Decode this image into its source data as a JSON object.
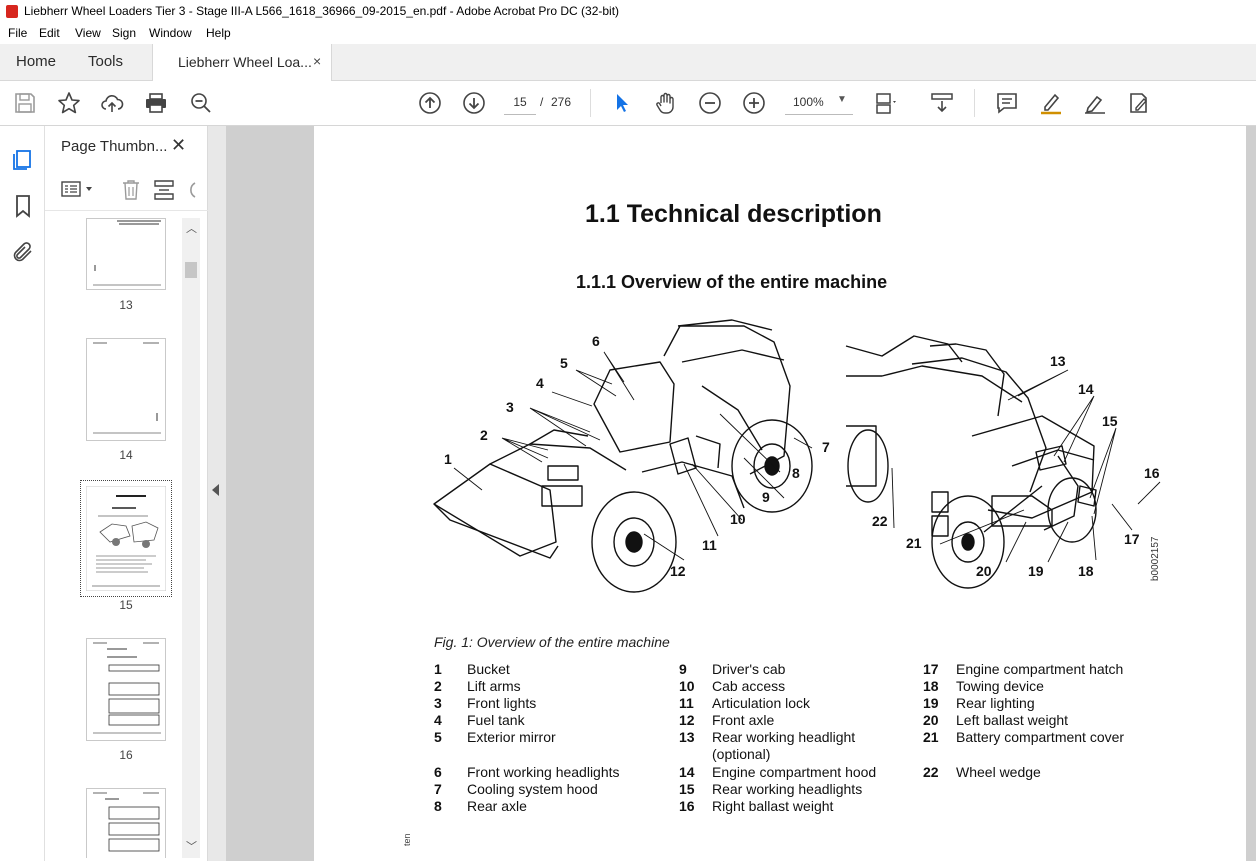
{
  "window": {
    "title": "Liebherr Wheel Loaders Tier 3 - Stage III-A L566_1618_36966_09-2015_en.pdf - Adobe Acrobat Pro DC (32-bit)"
  },
  "menu": [
    "File",
    "Edit",
    "View",
    "Sign",
    "Window",
    "Help"
  ],
  "tabs": {
    "home": "Home",
    "tools": "Tools",
    "document": "Liebherr Wheel Loa...",
    "close": "×"
  },
  "toolbar": {
    "page_current": "15",
    "page_sep": "/",
    "page_total": "276",
    "zoom": "100%",
    "zoom_caret": "▼"
  },
  "panel": {
    "title": "Page Thumbn...",
    "close": "✕",
    "thumb_labels": [
      "13",
      "14",
      "15",
      "16"
    ],
    "selected_page": "15"
  },
  "document": {
    "heading1": "1.1   Technical description",
    "heading2": "1.1.1   Overview of the entire machine",
    "callouts": [
      "1",
      "2",
      "3",
      "4",
      "5",
      "6",
      "7",
      "8",
      "9",
      "10",
      "11",
      "12",
      "13",
      "14",
      "15",
      "16",
      "17",
      "18",
      "19",
      "20",
      "21",
      "22"
    ],
    "doc_id": "b0002157",
    "edge_text": "ten",
    "caption": "Fig. 1: Overview of the entire machine",
    "legend_col1": [
      {
        "num": "1",
        "text": "Bucket"
      },
      {
        "num": "2",
        "text": "Lift arms"
      },
      {
        "num": "3",
        "text": "Front lights"
      },
      {
        "num": "4",
        "text": "Fuel tank"
      },
      {
        "num": "5",
        "text": "Exterior mirror"
      },
      {
        "num": "6",
        "text": "Front working headlights"
      },
      {
        "num": "7",
        "text": "Cooling system hood"
      },
      {
        "num": "8",
        "text": "Rear axle"
      }
    ],
    "legend_col2": [
      {
        "num": "9",
        "text": "Driver's cab"
      },
      {
        "num": "10",
        "text": "Cab access"
      },
      {
        "num": "11",
        "text": "Articulation lock"
      },
      {
        "num": "12",
        "text": "Front axle"
      },
      {
        "num": "13",
        "text": "Rear working headlight"
      },
      {
        "num": "",
        "text": "(optional)"
      },
      {
        "num": "14",
        "text": "Engine compartment hood"
      },
      {
        "num": "15",
        "text": "Rear working headlights"
      },
      {
        "num": "16",
        "text": "Right ballast weight"
      }
    ],
    "legend_col3": [
      {
        "num": "17",
        "text": "Engine compartment hatch"
      },
      {
        "num": "18",
        "text": "Towing device"
      },
      {
        "num": "19",
        "text": "Rear lighting"
      },
      {
        "num": "20",
        "text": "Left ballast weight"
      },
      {
        "num": "21",
        "text": "Battery compartment cover"
      },
      {
        "num": "22",
        "text": "Wheel wedge"
      }
    ]
  },
  "colors": {
    "accent_blue": "#1473e6",
    "viewer_bg": "#cfcfcf",
    "acrobat_red": "#d7261e"
  }
}
